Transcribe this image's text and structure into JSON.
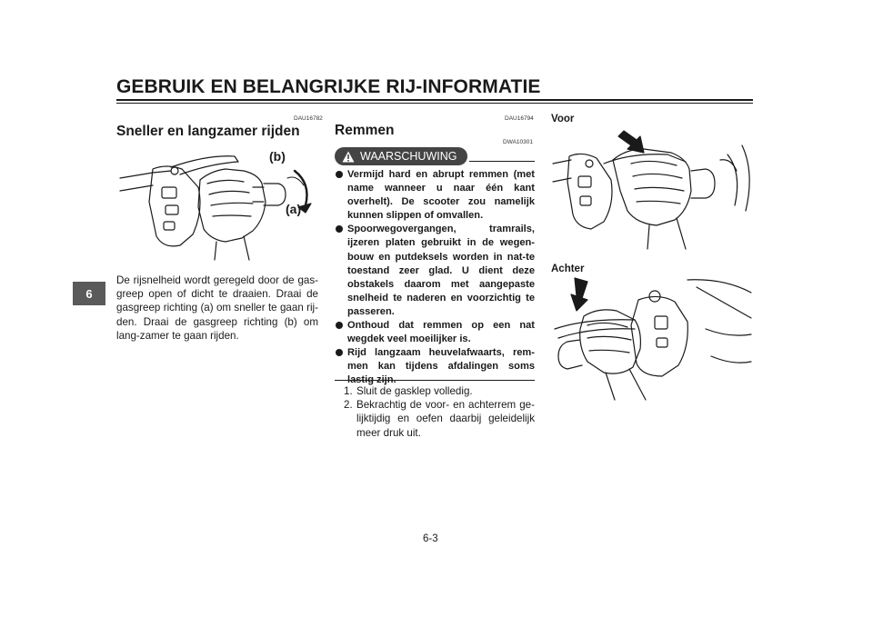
{
  "header": {
    "title": "GEBRUIK EN BELANGRIJKE RIJ-INFORMATIE",
    "chapter_tab": "6",
    "page_number": "6-3"
  },
  "left_section": {
    "code": "DAU16782",
    "heading": "Sneller en langzamer rijden",
    "figure_labels": {
      "b": "(b)",
      "a": "(a)"
    },
    "paragraph": "De rijsnelheid wordt geregeld door de gas-greep open of dicht te draaien. Draai de gasgreep richting (a) om sneller te gaan rij-den. Draai de gasgreep richting (b) om lang-zamer te gaan rijden."
  },
  "middle_section": {
    "code": "DAU16794",
    "heading": "Remmen",
    "warning_code": "DWA10301",
    "warning_label": "WAARSCHUWING",
    "warnings": [
      "Vermijd hard en abrupt remmen (met name wanneer u naar één kant overhelt). De scooter zou namelijk kunnen slippen of omvallen.",
      "Spoorwegovergangen, tramrails, ijzeren platen gebruikt in de wegen-bouw en putdeksels worden in nat-te toestand zeer glad. U dient deze obstakels daarom met aangepaste snelheid te naderen en voorzichtig te passeren.",
      "Onthoud dat remmen op een nat wegdek veel moeilijker is.",
      "Rijd langzaam heuvelafwaarts, rem-men kan tijdens afdalingen soms lastig zijn."
    ],
    "steps": [
      {
        "num": "1.",
        "text": "Sluit de gasklep volledig."
      },
      {
        "num": "2.",
        "text": "Bekrachtig de voor- en achterrem ge-lijktijdig en oefen daarbij geleidelijk meer druk uit."
      }
    ]
  },
  "right_section": {
    "label_front": "Voor",
    "label_rear": "Achter"
  },
  "colors": {
    "text": "#1a1a1a",
    "tab": "#5a5a5a",
    "warning_bg": "#444444"
  }
}
